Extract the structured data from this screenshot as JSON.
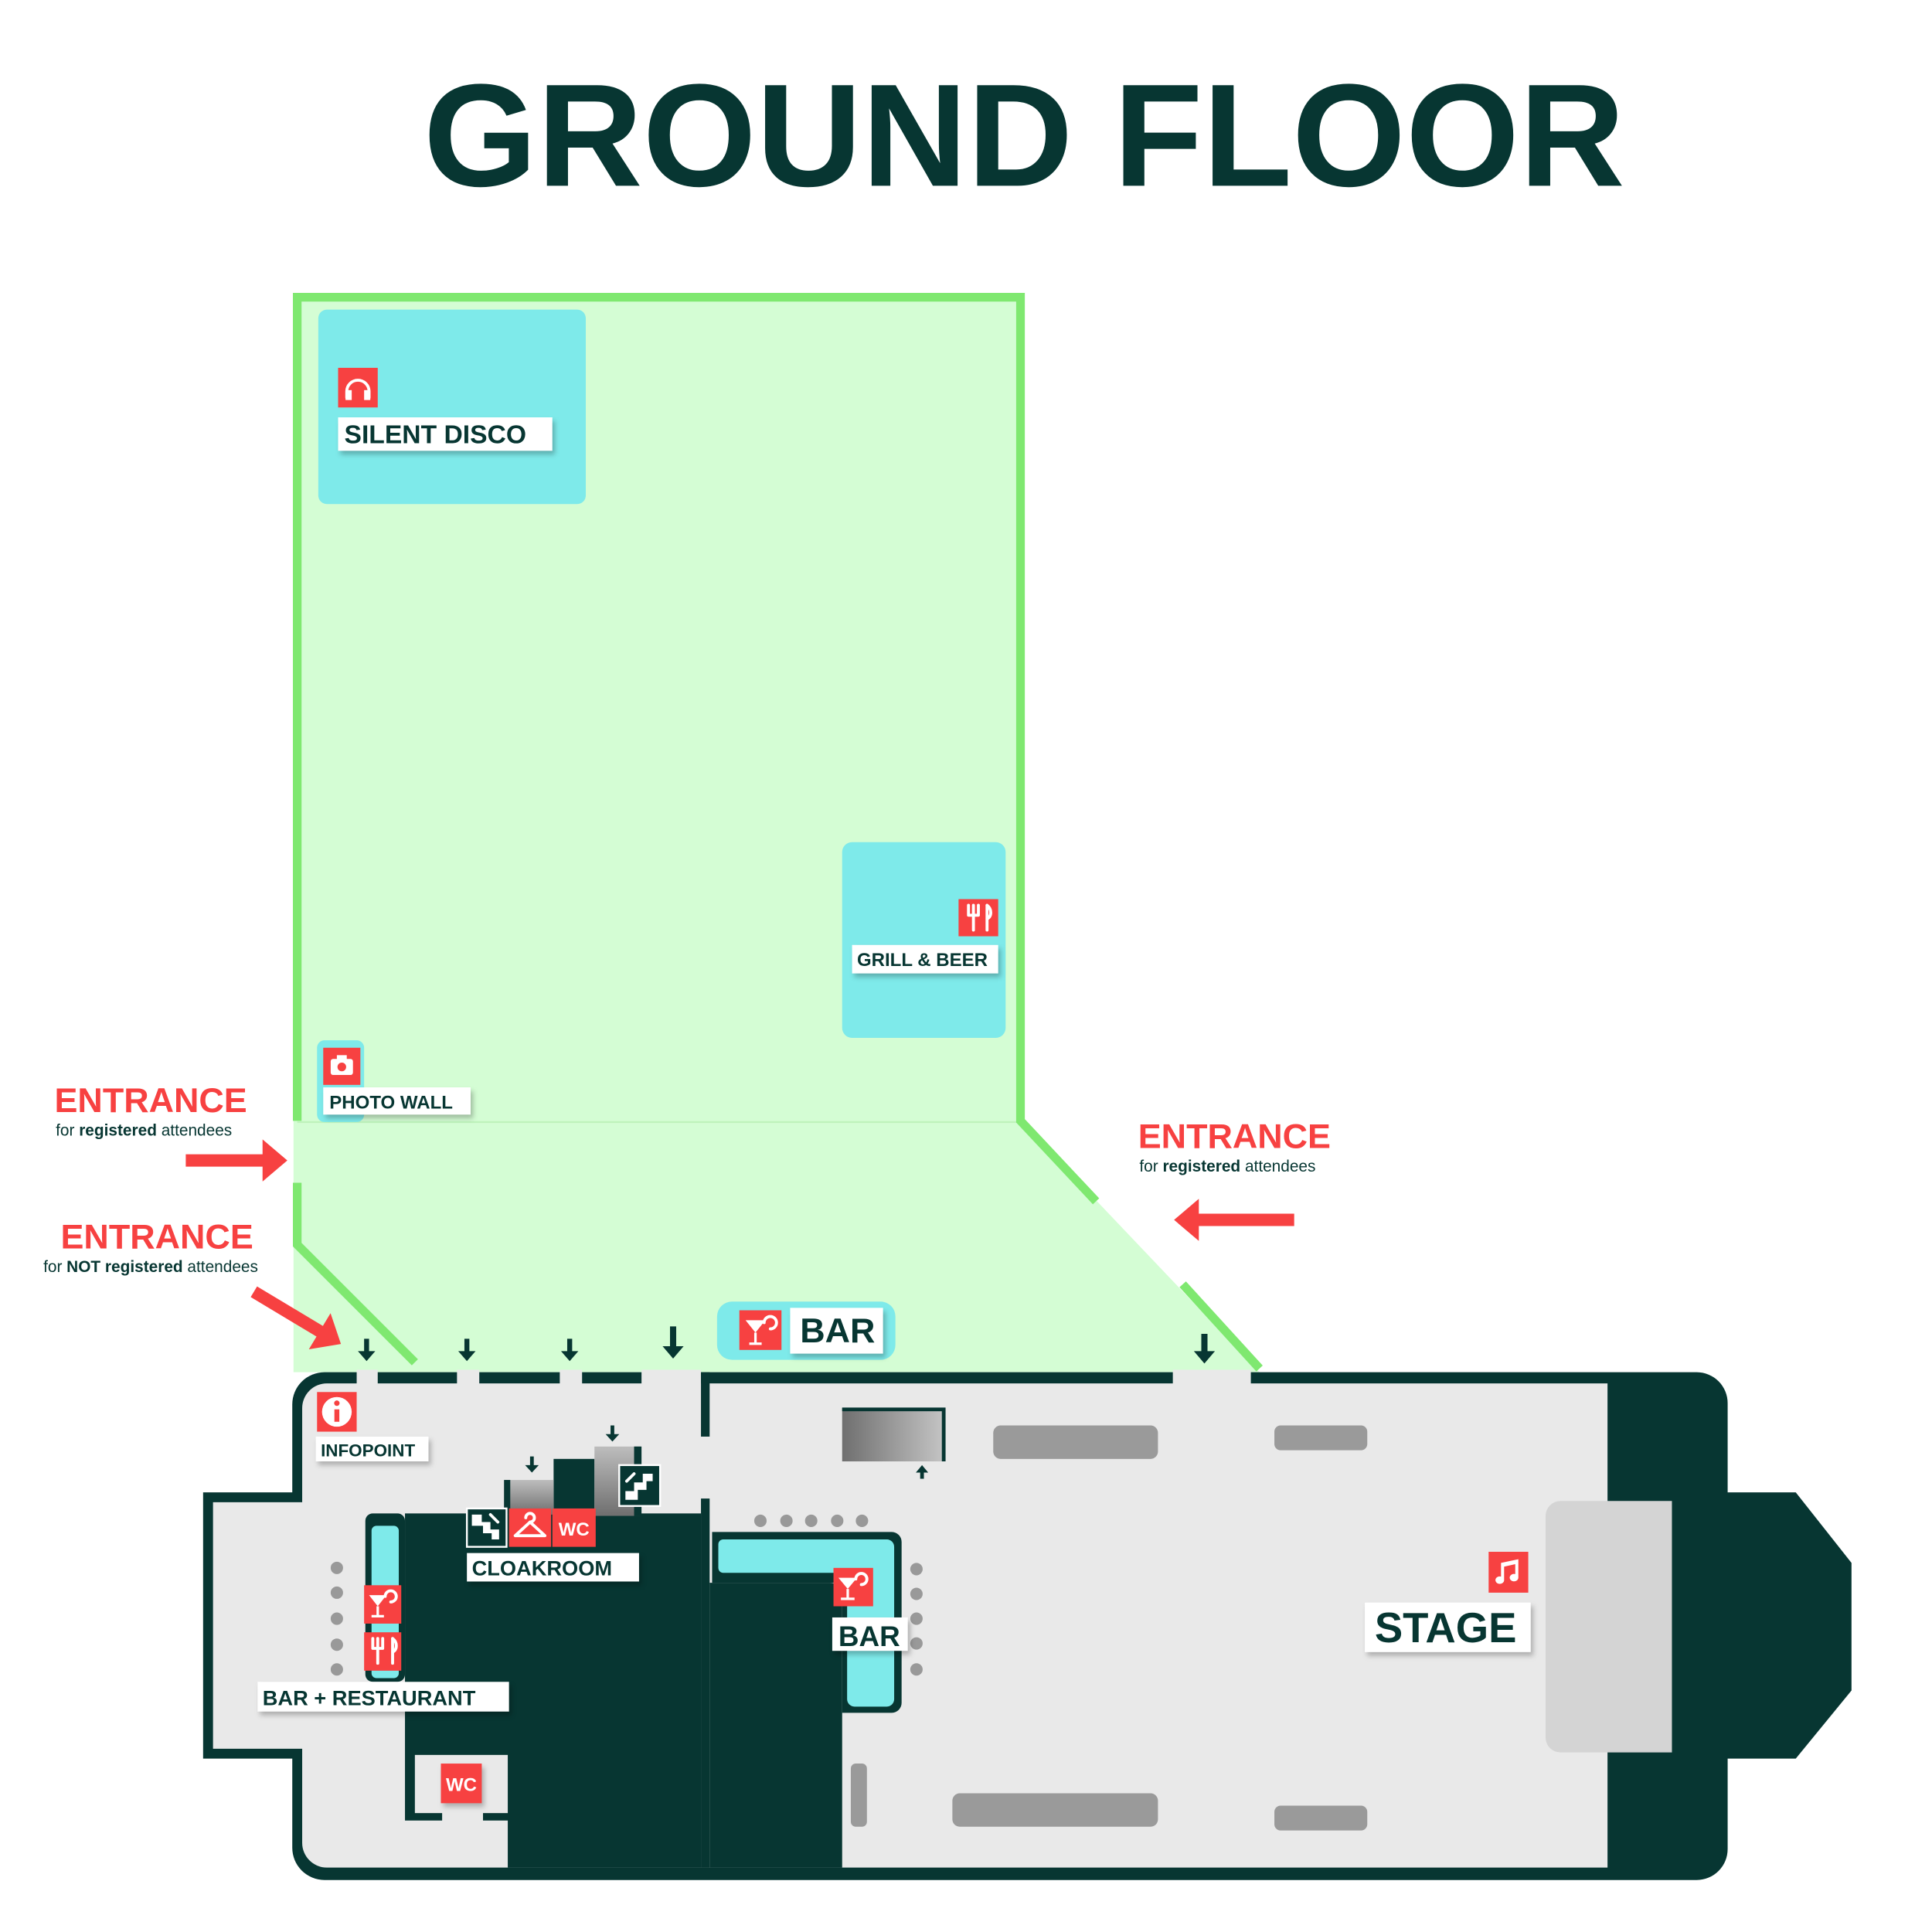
{
  "title": "GROUND FLOOR",
  "colors": {
    "dark": "#073632",
    "accent_red": "#f74141",
    "zone_green": "#d4fdd4",
    "zone_border": "#7fe870",
    "cyan": "#7eeaea",
    "floor": "#e9e9e9"
  },
  "outdoor": {
    "silent_disco": {
      "label": "SILENT DISCO",
      "icon": "headphones-icon"
    },
    "grill_beer": {
      "label": "GRILL & BEER",
      "icon": "cutlery-icon"
    },
    "photo_wall": {
      "label": "PHOTO WALL",
      "icon": "camera-icon"
    },
    "bar": {
      "label": "BAR",
      "icon": "cocktail-icon"
    }
  },
  "entrances": [
    {
      "title": "ENTRANCE",
      "sub_pre": "for ",
      "sub_bold": "registered",
      "sub_post": " attendees"
    },
    {
      "title": "ENTRANCE",
      "sub_pre": "for ",
      "sub_bold": "NOT registered",
      "sub_post": " attendees"
    },
    {
      "title": "ENTRANCE",
      "sub_pre": "for ",
      "sub_bold": "registered",
      "sub_post": " attendees"
    }
  ],
  "indoor": {
    "infopoint": {
      "label": "INFOPOINT",
      "icon": "info-icon"
    },
    "cloakroom": {
      "label": "CLOAKROOM",
      "wc": "WC"
    },
    "bar_restaurant": {
      "label": "BAR + RESTAURANT"
    },
    "wc": {
      "label": "WC"
    },
    "bar": {
      "label": "BAR"
    },
    "stage": {
      "label": "STAGE",
      "icon": "music-note-icon"
    }
  }
}
